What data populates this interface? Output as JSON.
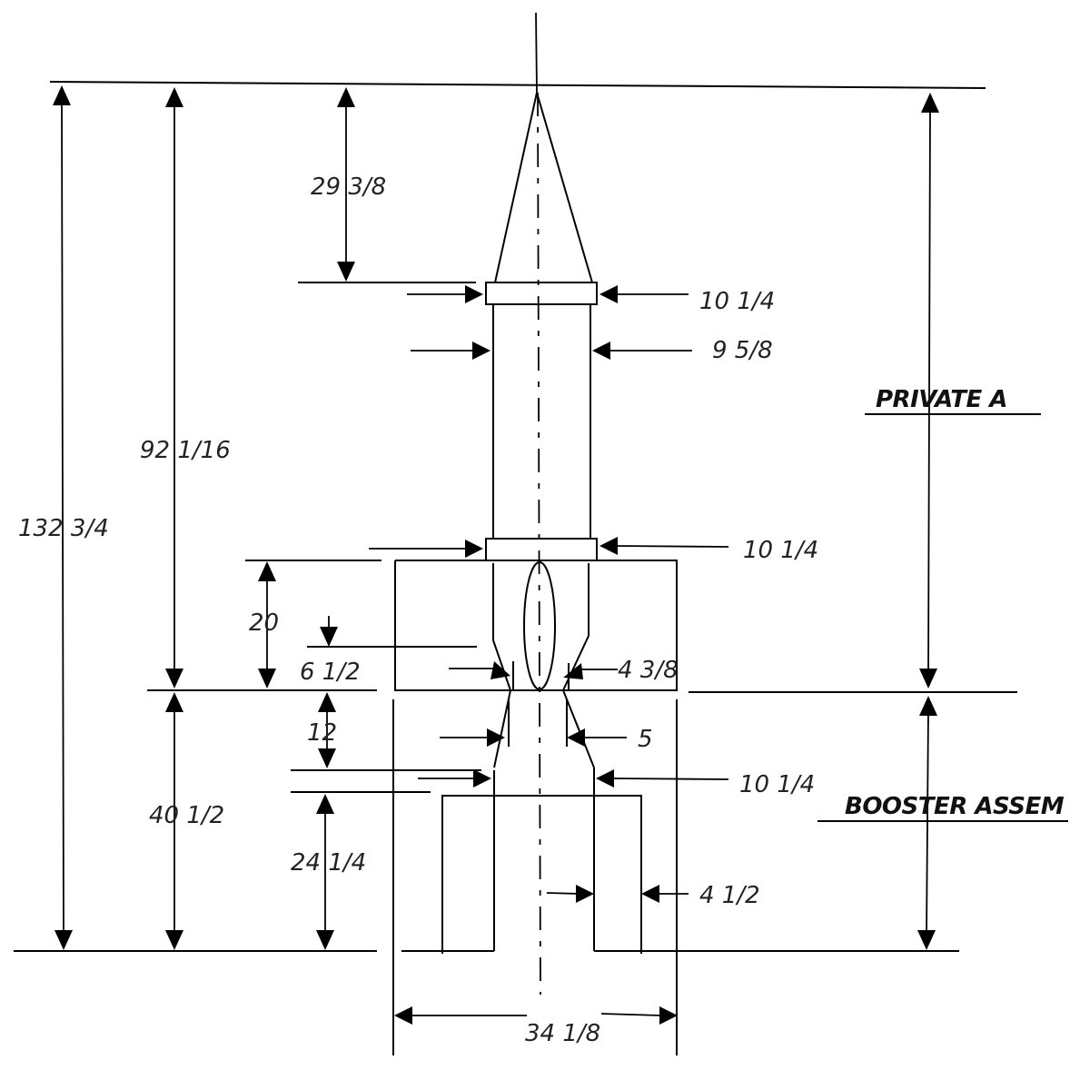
{
  "dimensions": {
    "overall_height": "132 3/4",
    "upper_height": "92 1/16",
    "nose_length": "29 3/8",
    "ring_top_dia": "10 1/4",
    "body_dia": "9 5/8",
    "ring_lower_dia": "10 1/4",
    "fin_block_height": "20",
    "inner_offset": "6 1/2",
    "throat_dia": "4 3/8",
    "transition_height": "12",
    "nozzle_dia": "5",
    "booster_top_dia": "10 1/4",
    "booster_height": "40 1/2",
    "booster_body_height": "24 1/4",
    "wall_width": "4 1/2",
    "span": "34 1/8"
  },
  "sections": {
    "upper": "PRIVATE A",
    "lower": "BOOSTER ASSEM"
  }
}
